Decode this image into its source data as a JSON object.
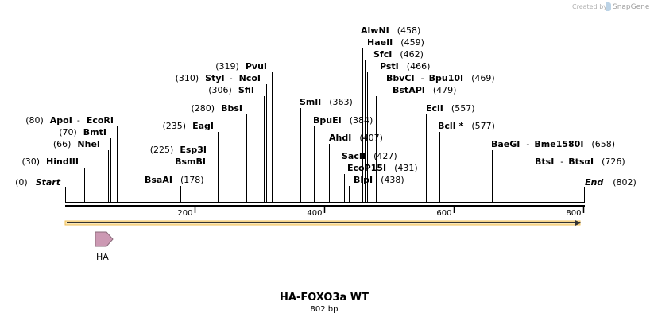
{
  "credit": {
    "prefix": "Created by",
    "brand": "SnapGene"
  },
  "sequence": {
    "name": "HA-FOXO3a WT",
    "length_label": "802 bp",
    "length": 802
  },
  "ends": [
    {
      "name": "Start",
      "pos_label": "(0)"
    },
    {
      "name": "End",
      "pos_label": "(802)"
    }
  ],
  "sites": [
    {
      "name": "HindIII",
      "pos": 30,
      "pos_label": "(30)",
      "side": "left"
    },
    {
      "name": "NheI",
      "pos": 66,
      "pos_label": "(66)",
      "side": "left"
    },
    {
      "name": "BmtI",
      "pos": 70,
      "pos_label": "(70)",
      "side": "left"
    },
    {
      "name": "ApoI",
      "alt": "EcoRI",
      "pos": 80,
      "pos_label": "(80)",
      "side": "left"
    },
    {
      "name": "BsaAI",
      "pos": 178,
      "pos_label": "(178)",
      "side": "right"
    },
    {
      "name": "BsmBI",
      "pos": 225,
      "pos_label": "",
      "side": "left"
    },
    {
      "name": "Esp3I",
      "pos": 225,
      "pos_label": "(225)",
      "side": "left"
    },
    {
      "name": "EagI",
      "pos": 235,
      "pos_label": "(235)",
      "side": "left"
    },
    {
      "name": "BbsI",
      "pos": 280,
      "pos_label": "(280)",
      "side": "left"
    },
    {
      "name": "SfiI",
      "pos": 306,
      "pos_label": "(306)",
      "side": "left"
    },
    {
      "name": "StyI",
      "alt": "NcoI",
      "pos": 310,
      "pos_label": "(310)",
      "side": "left"
    },
    {
      "name": "PvuI",
      "pos": 319,
      "pos_label": "(319)",
      "side": "left"
    },
    {
      "name": "SmlI",
      "pos": 363,
      "pos_label": "(363)",
      "side": "right"
    },
    {
      "name": "BpuEI",
      "pos": 384,
      "pos_label": "(384)",
      "side": "right"
    },
    {
      "name": "AhdI",
      "pos": 407,
      "pos_label": "(407)",
      "side": "right"
    },
    {
      "name": "SacII",
      "pos": 427,
      "pos_label": "(427)",
      "side": "right"
    },
    {
      "name": "EcoP15I",
      "pos": 431,
      "pos_label": "(431)",
      "side": "right"
    },
    {
      "name": "BlpI",
      "pos": 438,
      "pos_label": "(438)",
      "side": "right"
    },
    {
      "name": "AlwNI",
      "pos": 458,
      "pos_label": "(458)",
      "side": "right"
    },
    {
      "name": "HaeII",
      "pos": 459,
      "pos_label": "(459)",
      "side": "right"
    },
    {
      "name": "SfcI",
      "pos": 462,
      "pos_label": "(462)",
      "side": "right"
    },
    {
      "name": "PstI",
      "pos": 466,
      "pos_label": "(466)",
      "side": "right"
    },
    {
      "name": "BbvCI",
      "alt": "Bpu10I",
      "pos": 469,
      "pos_label": "(469)",
      "side": "right"
    },
    {
      "name": "BstAPI",
      "pos": 479,
      "pos_label": "(479)",
      "side": "right"
    },
    {
      "name": "EciI",
      "pos": 557,
      "pos_label": "(557)",
      "side": "right"
    },
    {
      "name": "BclI *",
      "pos": 577,
      "pos_label": "(577)",
      "side": "right"
    },
    {
      "name": "BaeGI",
      "alt": "Bme1580I",
      "pos": 658,
      "pos_label": "(658)",
      "side": "right"
    },
    {
      "name": "BtsI",
      "alt": "BtsαI",
      "pos": 726,
      "pos_label": "(726)",
      "side": "right"
    }
  ],
  "ruler": {
    "ticks": [
      "200",
      "400",
      "600",
      "800"
    ]
  },
  "features": [
    {
      "name": "HA",
      "color": "#cc99b3",
      "direction": "forward"
    }
  ],
  "colors": {
    "orf": "#f5c04a",
    "feature": "#cc99b3",
    "line": "#000000"
  }
}
